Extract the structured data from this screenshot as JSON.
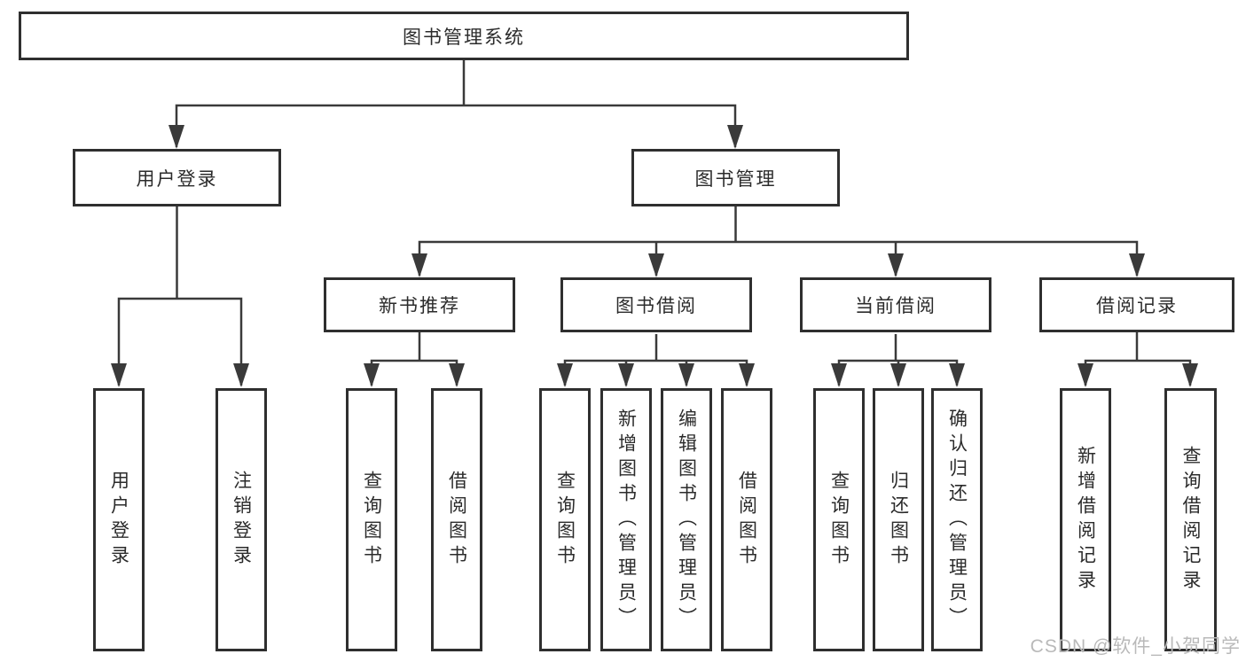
{
  "diagram": {
    "tree": {
      "label": "图书管理系统",
      "children": [
        {
          "label": "用户登录",
          "children": [
            {
              "label": "用户登录"
            },
            {
              "label": "注销登录"
            }
          ]
        },
        {
          "label": "图书管理",
          "children": [
            {
              "label": "新书推荐",
              "children": [
                {
                  "label": "查询图书"
                },
                {
                  "label": "借阅图书"
                }
              ]
            },
            {
              "label": "图书借阅",
              "children": [
                {
                  "label": "查询图书"
                },
                {
                  "label": "新增图书（管理员）"
                },
                {
                  "label": "编辑图书（管理员）"
                },
                {
                  "label": "借阅图书"
                }
              ]
            },
            {
              "label": "当前借阅",
              "children": [
                {
                  "label": "查询图书"
                },
                {
                  "label": "归还图书"
                },
                {
                  "label": "确认归还（管理员）"
                }
              ]
            },
            {
              "label": "借阅记录",
              "children": [
                {
                  "label": "新增借阅记录"
                },
                {
                  "label": "查询借阅记录"
                }
              ]
            }
          ]
        }
      ]
    },
    "watermark": "CSDN @软件_小贺同学",
    "colors": {
      "line": "#3a3a3a",
      "border": "#2f2f2f",
      "text": "#2b2b2b",
      "watermark": "#b9b9b9",
      "background": "#ffffff"
    }
  }
}
